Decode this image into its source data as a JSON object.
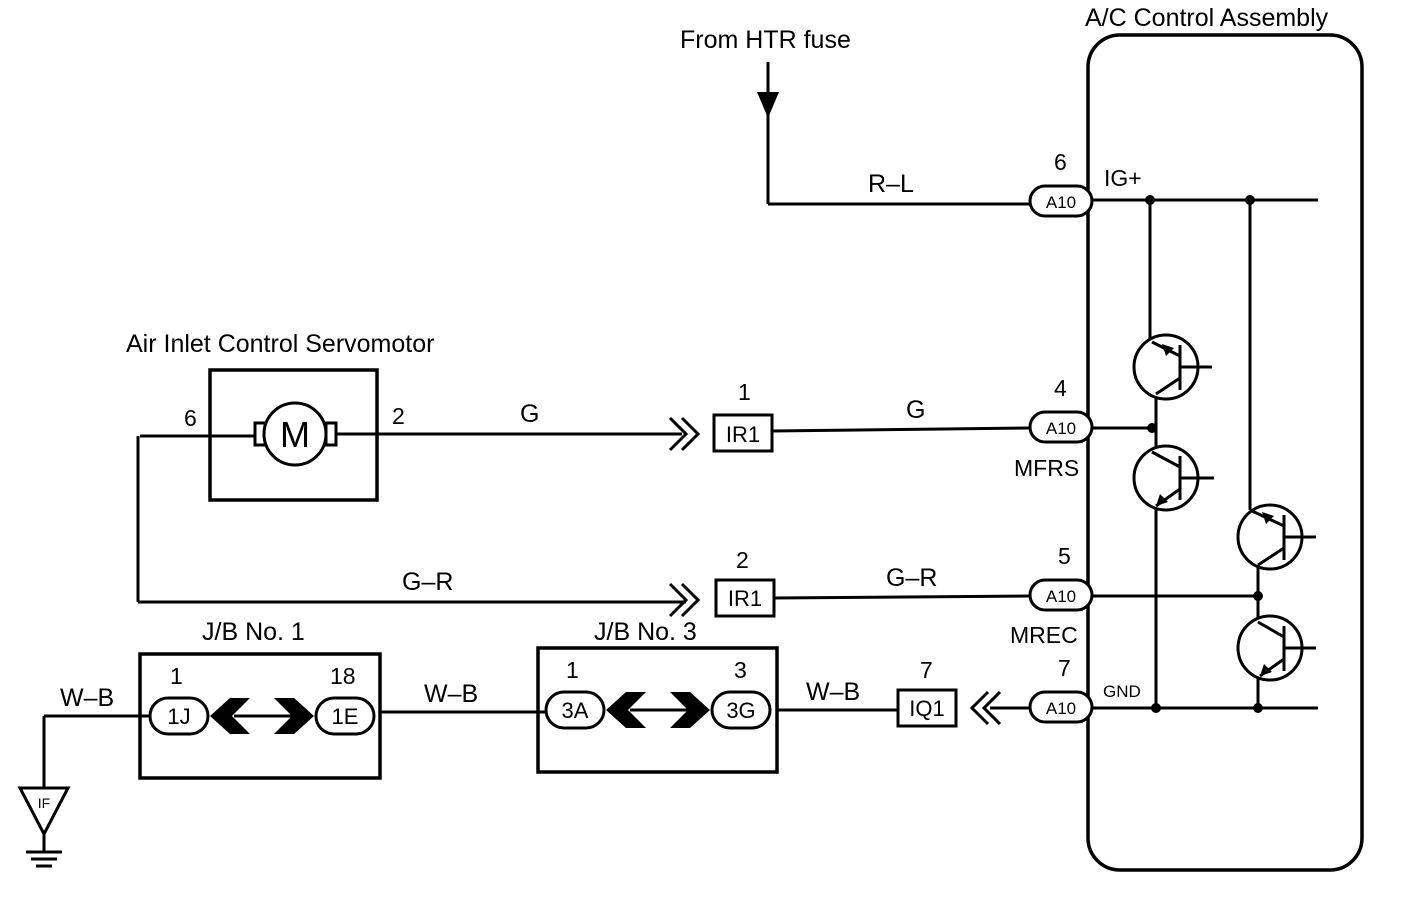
{
  "title": "A/C Control Assembly",
  "fuse_label": "From HTR fuse",
  "servomotor": {
    "name": "Air Inlet Control Servomotor",
    "pin_left": "6",
    "pin_right": "2",
    "symbol": "M"
  },
  "wires": {
    "rl": "R–L",
    "g1": "G",
    "g2": "G",
    "gr1": "G–R",
    "gr2": "G–R",
    "wb1": "W–B",
    "wb2": "W–B",
    "wb3": "W–B"
  },
  "ac_pins": [
    {
      "num": "6",
      "conn": "A10",
      "signal": "IG+"
    },
    {
      "num": "4",
      "conn": "A10",
      "signal": "MFRS"
    },
    {
      "num": "5",
      "conn": "A10",
      "signal": "MREC"
    },
    {
      "num": "7",
      "conn": "A10",
      "signal": "GND"
    }
  ],
  "connectors": {
    "ir1_a": {
      "pin": "1",
      "label": "IR1"
    },
    "ir1_b": {
      "pin": "2",
      "label": "IR1"
    },
    "iq1": {
      "pin": "7",
      "label": "IQ1"
    }
  },
  "jb1": {
    "name": "J/B No. 1",
    "left_pin": "1",
    "left_conn": "1J",
    "right_pin": "18",
    "right_conn": "1E"
  },
  "jb3": {
    "name": "J/B No. 3",
    "left_pin": "1",
    "left_conn": "3A",
    "right_pin": "3",
    "right_conn": "3G"
  },
  "ground": {
    "label": "IF"
  }
}
